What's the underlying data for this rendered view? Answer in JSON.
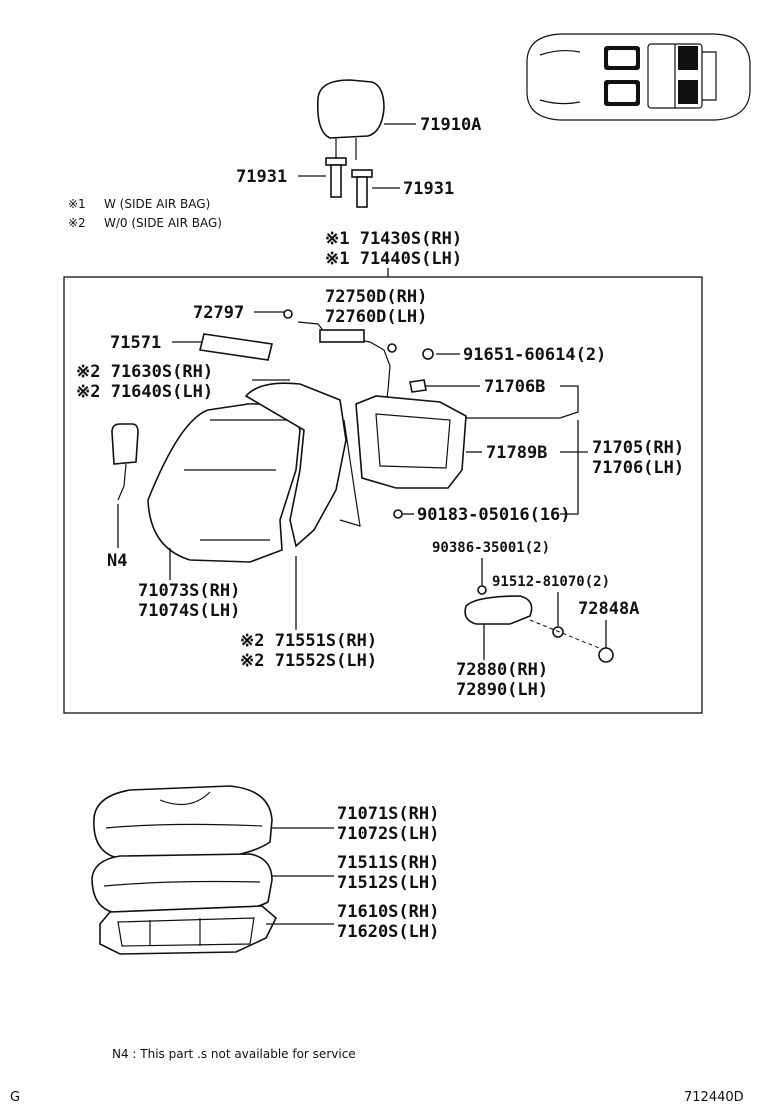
{
  "notes": {
    "star1": "※1",
    "star1_text": "W (SIDE AIR BAG)",
    "star2": "※2",
    "star2_text": "W/0 (SIDE AIR BAG)",
    "n4_note": "N4 :  This part .s not available for service"
  },
  "footer": {
    "left": "G",
    "right": "712440D"
  },
  "labels": {
    "headrest": "71910A",
    "guide_left": "71931",
    "guide_right": "71931",
    "back_assy_rh": "※1 71430S(RH)",
    "back_assy_lh": "※1 71440S(LH)",
    "sensor_rh": "72750D(RH)",
    "sensor_lh": "72760D(LH)",
    "p72797": "72797",
    "p71571": "71571",
    "cover_rh": "※2 71630S(RH)",
    "cover_lh": "※2 71640S(LH)",
    "screw_91651": "91651-60614(2)",
    "p71706b": "71706B",
    "p71789b": "71789B",
    "frame_rh": "71705(RH)",
    "frame_lh": "71706(LH)",
    "clip_90183": "90183-05016(16)",
    "n4": "N4",
    "back_cover_rh": "71073S(RH)",
    "back_cover_lh": "71074S(LH)",
    "clip_90386": "90386-35001(2)",
    "bolt_91512": "91512-81070(2)",
    "p72848a": "72848A",
    "pad_rh": "※2 71551S(RH)",
    "pad_lh": "※2 71552S(LH)",
    "armrest_rh": "72880(RH)",
    "armrest_lh": "72890(LH)",
    "cush_cover_rh": "71071S(RH)",
    "cush_cover_lh": "71072S(LH)",
    "cush_pad_rh": "71511S(RH)",
    "cush_pad_lh": "71512S(LH)",
    "cush_frame_rh": "71610S(RH)",
    "cush_frame_lh": "71620S(LH)"
  }
}
